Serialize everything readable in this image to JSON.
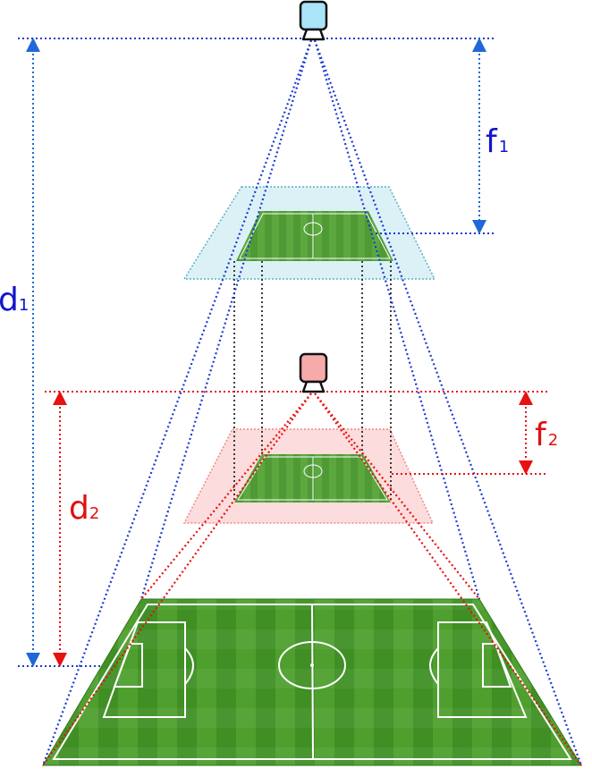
{
  "labels": {
    "d1": {
      "base": "d",
      "sub": "1"
    },
    "f1": {
      "base": "f",
      "sub": "1"
    },
    "d2": {
      "base": "d",
      "sub": "2"
    },
    "f2": {
      "base": "f",
      "sub": "2"
    }
  },
  "colors": {
    "camera1": "#a9e4f7",
    "camera2": "#f6aaaa",
    "blue_lines": "#1a3bd1",
    "red_lines": "#e81010",
    "label_blue": "#1414cc",
    "label_red": "#e01010",
    "plane1_fill": "#bfe5ef",
    "plane1_stroke": "#5aaec8",
    "plane2_fill": "#fbd0d0",
    "plane2_stroke": "#f08888",
    "grass_dark": "#3f8f24",
    "grass_light": "#52a632",
    "pitch_lines": "#ffffff",
    "arrow_blue": "#1f68d6",
    "arrow_red": "#e81010"
  }
}
